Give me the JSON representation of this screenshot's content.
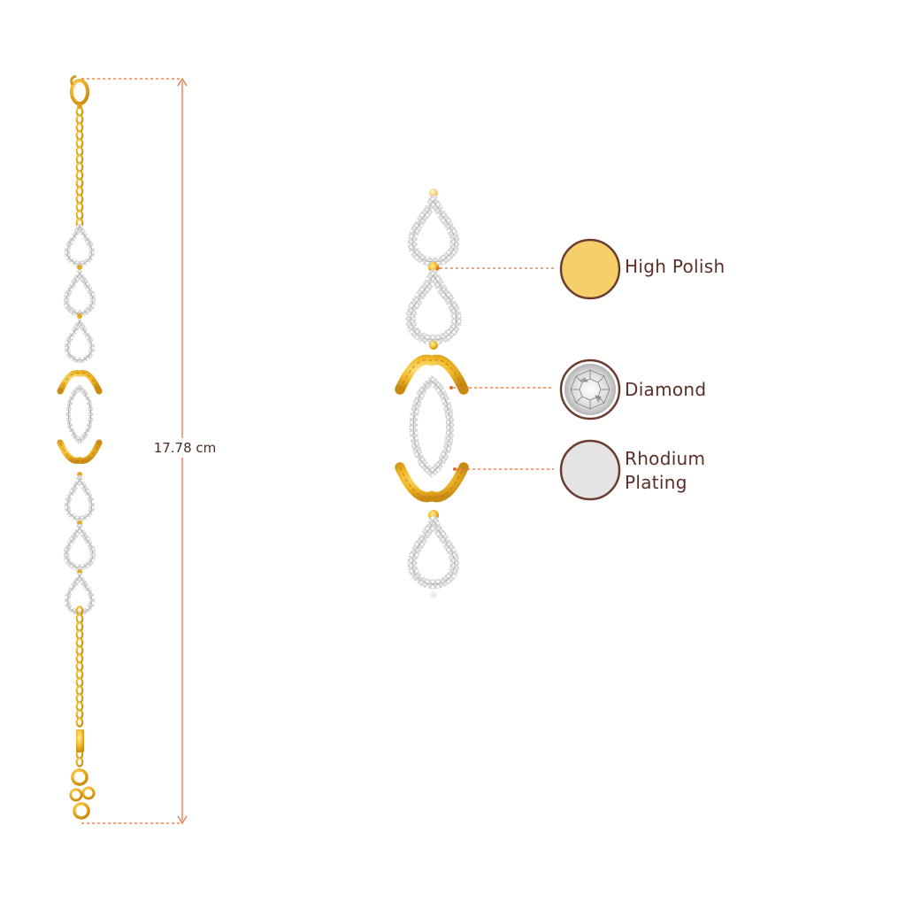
{
  "measurement": {
    "length_label": "17.78 cm"
  },
  "callouts": [
    {
      "key": "polish",
      "label": "High Polish",
      "swatch": "high-polish"
    },
    {
      "key": "diamond",
      "label": "Diamond",
      "swatch": "diamond"
    },
    {
      "key": "rhodium",
      "label": "Rhodium Plating",
      "swatch": "rhodium"
    }
  ],
  "colors": {
    "gold": "#f2b824",
    "gold_dark": "#c98a12",
    "gold_swatch": "#f7cf6a",
    "rhodium_swatch": "#e4e4e4",
    "swatch_ring": "#6b3d30",
    "dimension_line": "#e0703a",
    "text": "#5a2f26"
  },
  "icons": {
    "clasp": "lobster-clasp-icon",
    "diamond": "round-diamond-icon"
  }
}
